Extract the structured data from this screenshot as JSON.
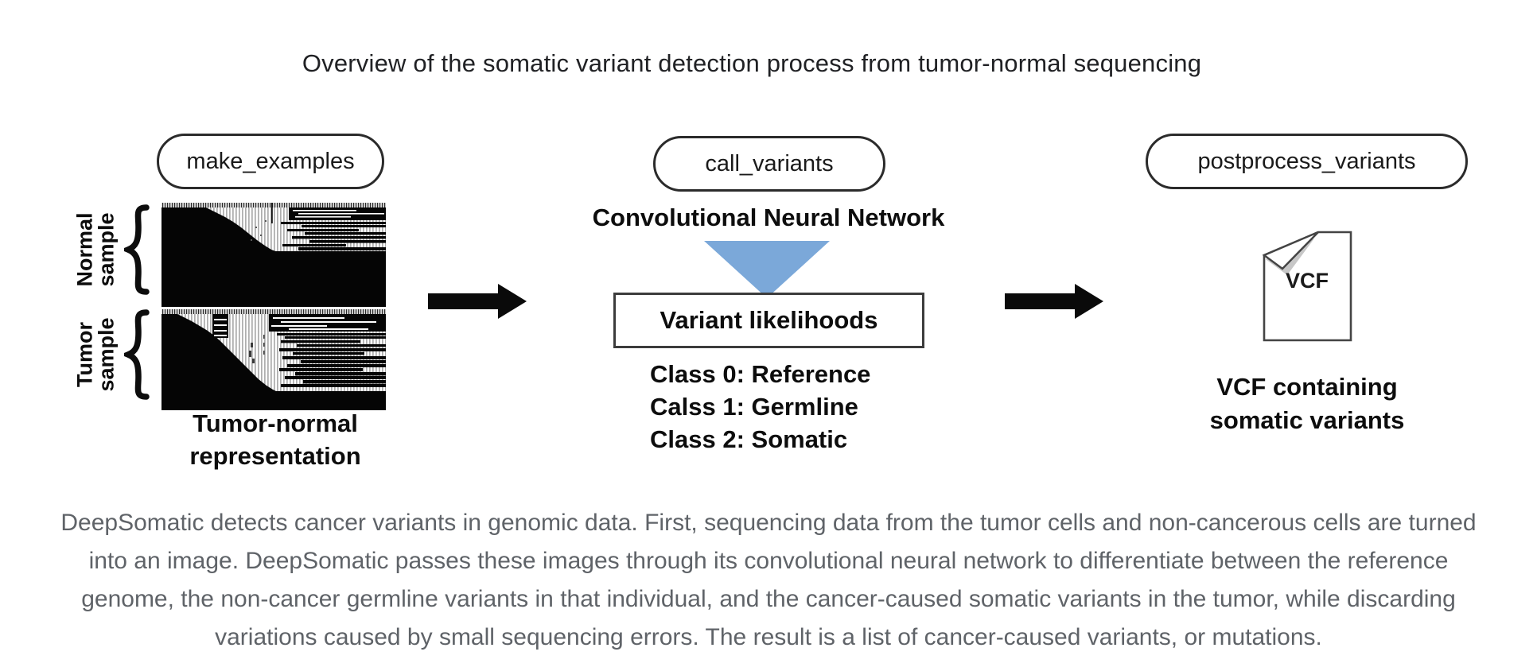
{
  "title": "Overview of the somatic variant detection process from tumor-normal sequencing",
  "pipeline": {
    "stage1": {
      "pill_label": "make_examples",
      "normal_sample_label": [
        "Normal",
        "sample"
      ],
      "tumor_sample_label": [
        "Tumor",
        "sample"
      ],
      "caption": [
        "Tumor-normal",
        "representation"
      ]
    },
    "stage2": {
      "pill_label": "call_variants",
      "heading": "Convolutional Neural Network",
      "box_label": "Variant likelihoods",
      "classes": [
        "Class 0: Reference",
        "Calss 1: Germline",
        "Class 2: Somatic"
      ]
    },
    "stage3": {
      "pill_label": "postprocess_variants",
      "file_icon_label": "VCF",
      "caption": [
        "VCF containing",
        "somatic variants"
      ]
    }
  },
  "description": "DeepSomatic detects cancer variants in genomic data. First, sequencing data from the tumor cells and non-cancerous cells are turned into an image. DeepSomatic passes these images through its convolutional neural network to differentiate between the reference genome, the non-cancer germline variants in that individual, and the cancer-caused somatic variants in the tumor, while discarding variations caused by small sequencing errors. The result is a list of cancer-caused variants, or mutations.",
  "colors": {
    "cnn_triangle": "#7BA8D9",
    "diagram_text": "#0d0d0d",
    "paragraph_text": "#5f6368"
  }
}
